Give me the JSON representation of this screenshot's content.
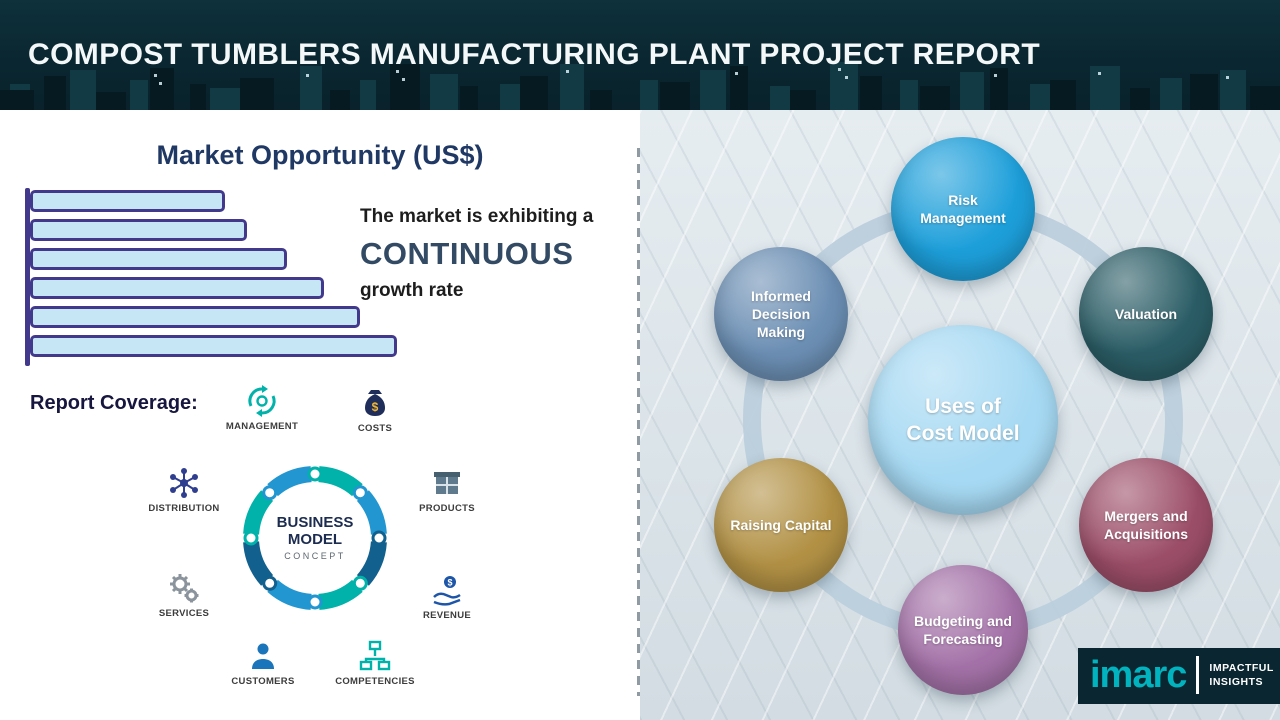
{
  "header": {
    "title": "COMPOST TUMBLERS MANUFACTURING PLANT PROJECT REPORT"
  },
  "left": {
    "section_title": "Market Opportunity (US$)",
    "growth": {
      "line1": "The market is exhibiting a",
      "line2": "CONTINUOUS",
      "line3": "growth rate"
    },
    "report_coverage_label": "Report Coverage:",
    "business_model": {
      "center_line1": "BUSINESS",
      "center_line2": "MODEL",
      "center_line3": "CONCEPT",
      "ring_colors": [
        "#00b2aa",
        "#2196d1",
        "#11608d"
      ],
      "items": [
        {
          "label": "MANAGEMENT",
          "icon": "management-recycle-idea-icon"
        },
        {
          "label": "COSTS",
          "icon": "costs-money-bag-icon"
        },
        {
          "label": "DISTRIBUTION",
          "icon": "distribution-network-icon"
        },
        {
          "label": "PRODUCTS",
          "icon": "products-box-icon"
        },
        {
          "label": "SERVICES",
          "icon": "services-gears-icon"
        },
        {
          "label": "REVENUE",
          "icon": "revenue-hand-coin-icon"
        },
        {
          "label": "CUSTOMERS",
          "icon": "customers-person-icon"
        },
        {
          "label": "COMPETENCIES",
          "icon": "competencies-org-chart-icon"
        }
      ]
    }
  },
  "chart_data": {
    "type": "bar",
    "orientation": "horizontal",
    "title": "Market Opportunity (US$)",
    "categories": [
      "",
      "",
      "",
      "",
      "",
      ""
    ],
    "values": [
      53,
      59,
      70,
      80,
      90,
      100
    ],
    "value_note": "bar lengths relative, increasing; no axis tick labels shown",
    "annotation": "The market is exhibiting a CONTINUOUS growth rate",
    "bar_fill": "#c7e6f5",
    "bar_border": "#43398c"
  },
  "right": {
    "center": {
      "line1": "Uses of",
      "line2": "Cost Model",
      "color": "#a6d9f3"
    },
    "ring_color": "#bccfdc",
    "nodes": [
      {
        "label": "Risk Management",
        "color": "#1d9fda"
      },
      {
        "label": "Valuation",
        "color": "#2b5d66"
      },
      {
        "label": "Mergers and Acquisitions",
        "color": "#9c4e68"
      },
      {
        "label": "Budgeting and Forecasting",
        "color": "#a472a8"
      },
      {
        "label": "Raising Capital",
        "color": "#b29145"
      },
      {
        "label": "Informed Decision Making",
        "color": "#6c8fb4"
      }
    ]
  },
  "logo": {
    "brand": "imarc",
    "tagline_line1": "IMPACTFUL",
    "tagline_line2": "INSIGHTS"
  }
}
